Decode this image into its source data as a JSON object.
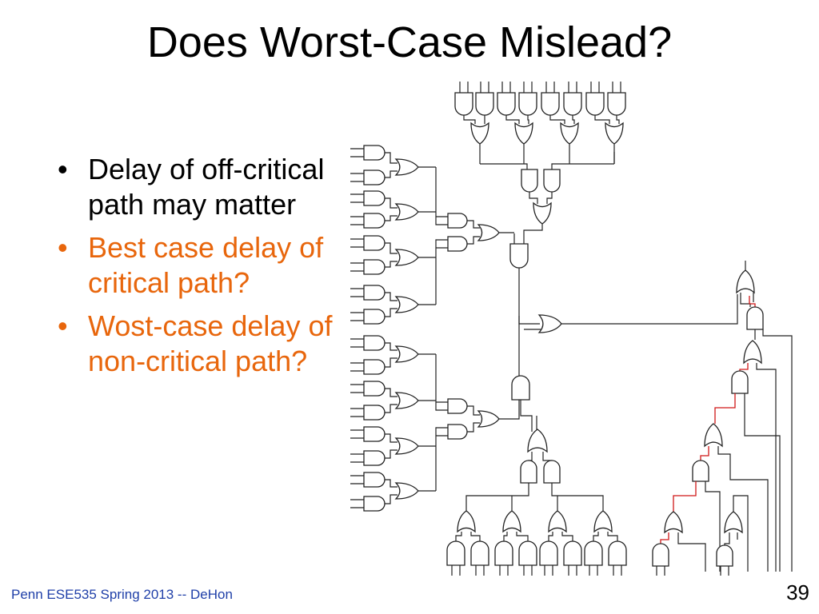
{
  "slide": {
    "title": "Does Worst-Case Mislead?",
    "bullets": [
      {
        "marker": "•",
        "text": "Delay of off-critical path may matter",
        "color": "#000000"
      },
      {
        "marker": "•",
        "text": "Best case delay of critical path?",
        "color": "#e8660c"
      },
      {
        "marker": "•",
        "text": "Wost-case delay of non-critical path?",
        "color": "#e8660c"
      }
    ],
    "footer": "Penn ESE535 Spring 2013 -- DeHon",
    "footer_color": "#1f3fa8",
    "page_number": "39"
  },
  "diagram": {
    "accent_color": "#d01818",
    "figures": [
      "logic-gate-tree",
      "critical-path-chain"
    ]
  }
}
